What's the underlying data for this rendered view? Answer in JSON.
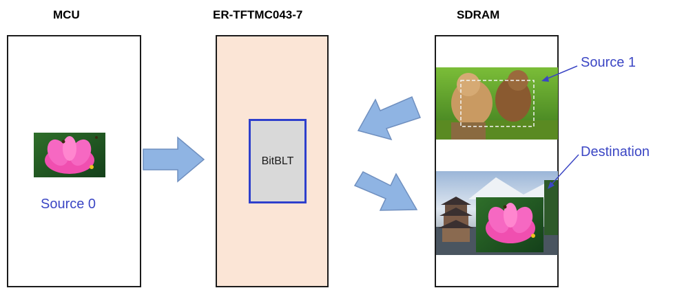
{
  "titles": {
    "mcu": "MCU",
    "controller": "ER-TFTMC043-7",
    "sdram": "SDRAM"
  },
  "blocks": {
    "bitblt_label": "BitBLT"
  },
  "labels": {
    "source0": "Source 0",
    "source1": "Source 1",
    "destination": "Destination"
  },
  "colors": {
    "arrow_fill": "#8fb4e3",
    "arrow_stroke": "#6f8fbf",
    "label_blue": "#3b46c4",
    "controller_bg": "#fbe5d6",
    "bitblt_border": "#2e3fcc"
  }
}
